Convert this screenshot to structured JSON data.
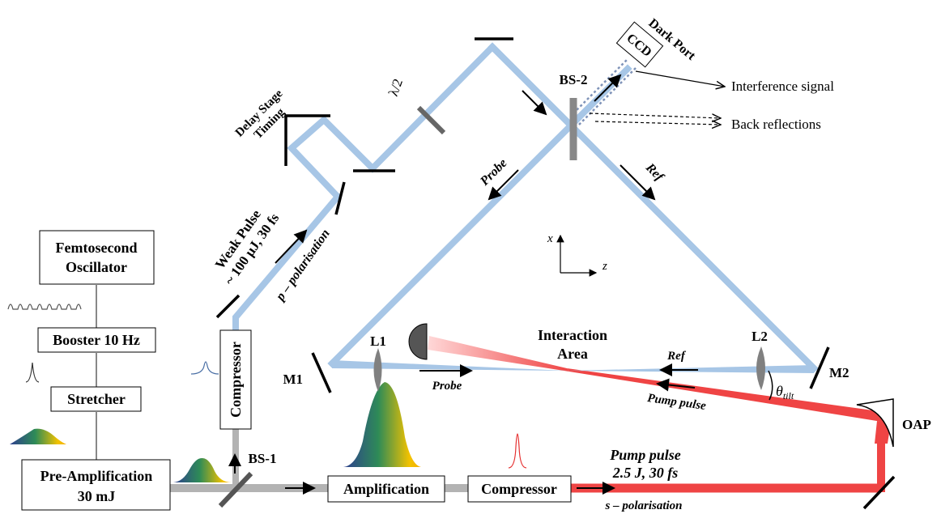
{
  "boxes": {
    "oscillator": [
      "Femtosecond",
      "Oscillator"
    ],
    "booster": "Booster 10 Hz",
    "stretcher": "Stretcher",
    "preamp": [
      "Pre-Amplification",
      "30 mJ"
    ],
    "amplification": "Amplification",
    "compressor_main": "Compressor",
    "compressor_probe": "Compressor",
    "ccd": "CCD"
  },
  "labels": {
    "bs1": "BS-1",
    "bs2": "BS-2",
    "dark_port": "Dark Port",
    "interference": "Interference signal",
    "back_reflections": "Back reflections",
    "delay_stage": [
      "Delay Stage",
      "Timing"
    ],
    "half_wave": "λ/2",
    "weak_pulse": [
      "Weak Pulse",
      "~ 100 μJ, 30 fs"
    ],
    "p_pol": "p – polarisation",
    "probe_arm": "Probe",
    "ref_arm": "Ref",
    "l1": "L1",
    "l2": "L2",
    "m1": "M1",
    "m2": "M2",
    "interaction": [
      "Interaction",
      "Area"
    ],
    "probe_low": "Probe",
    "ref_low": "Ref",
    "pump_pulse_small": "Pump pulse",
    "theta": "θ",
    "theta_sub": "tilt",
    "oap": "OAP",
    "pump_main": [
      "Pump pulse",
      "2.5 J, 30 fs"
    ],
    "s_pol": "s – polarisation",
    "axis_x": "x",
    "axis_z": "z"
  },
  "colors": {
    "probe_beam": "#a7c6e6",
    "pump_beam": "#ef4444",
    "grey_beam": "#b3b3b3",
    "lens": "#808080",
    "spectrum_start": "#2e3f8f",
    "spectrum_mid": "#2e8b57",
    "spectrum_end": "#f2c200"
  }
}
